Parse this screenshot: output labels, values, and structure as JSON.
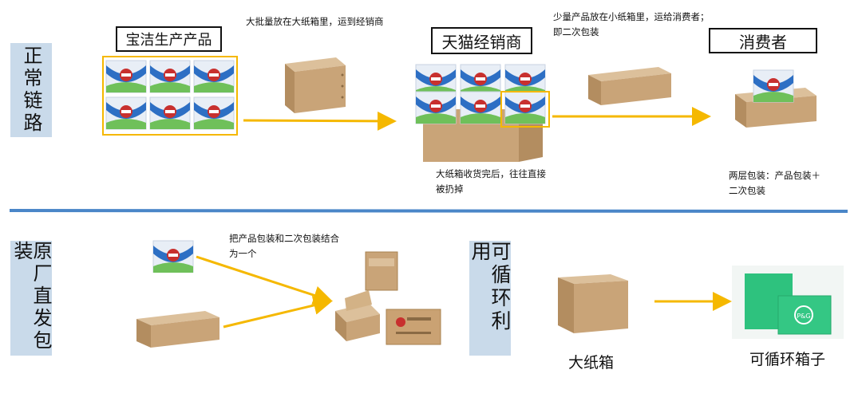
{
  "rows": {
    "normal": "正常链路",
    "factory": "原厂直发包装",
    "recycle": "可循环利用"
  },
  "titles": {
    "producer": "宝洁生产产品",
    "distributor": "天猫经销商",
    "consumer": "消费者"
  },
  "notes": {
    "bulk": "大批量放在大纸箱里，运到经销商",
    "small": "少量产品放在小纸箱里，运给消费者；即二次包装",
    "discard": "大纸箱收货完后，往往直接被扔掉",
    "double": "两层包装：产品包装＋ 二次包装",
    "merge": "把产品包装和二次包装结合为一个"
  },
  "captions": {
    "big_box": "大纸箱",
    "recyclable": "可循环箱子"
  },
  "icons": {
    "soap": "soap-package-icon",
    "box": "cardboard-box-icon",
    "arrow": "arrow-right-icon",
    "pg": "pg-green-box-icon"
  },
  "colors": {
    "arrow": "#f5b800",
    "divider": "#4a86c8",
    "side_panel": "#c9daea",
    "cardboard": "#c9a478",
    "soap_blue": "#2d6fc4",
    "pg_green": "#2ec27e"
  },
  "brand": {
    "pg": "P&G"
  }
}
